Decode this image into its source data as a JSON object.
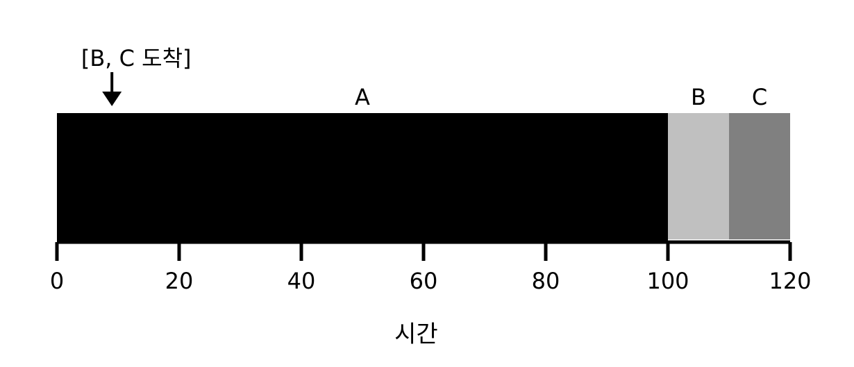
{
  "chart_data": {
    "type": "bar",
    "xlabel": "시간",
    "xlim": [
      0,
      120
    ],
    "ticks": [
      0,
      20,
      40,
      60,
      80,
      100,
      120
    ],
    "segments": [
      {
        "label": "A",
        "start": 0,
        "end": 100,
        "color": "#000000"
      },
      {
        "label": "B",
        "start": 100,
        "end": 110,
        "color": "#c0c0c0"
      },
      {
        "label": "C",
        "start": 110,
        "end": 120,
        "color": "#808080"
      }
    ],
    "annotations": [
      {
        "text": "[B, C 도착]",
        "x": 9
      }
    ]
  }
}
